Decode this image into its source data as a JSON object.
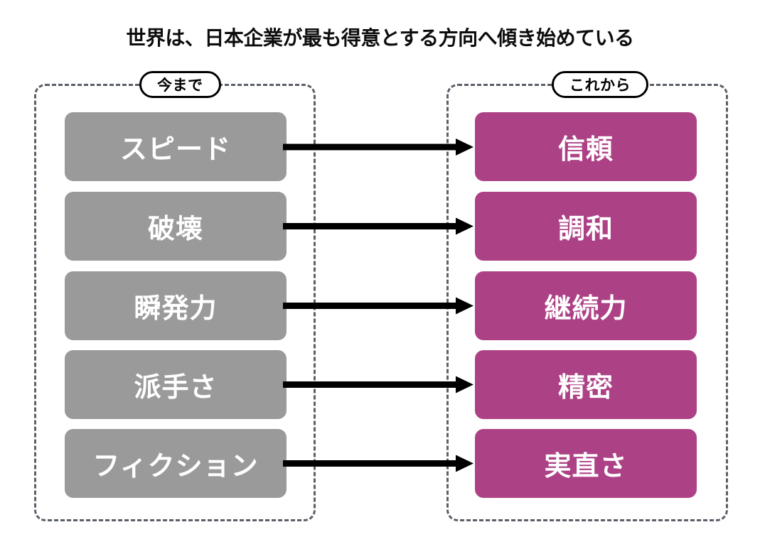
{
  "title": "世界は、日本企業が最も得意とする方向へ傾き始めている",
  "colors": {
    "past_box": "#9A9A9A",
    "future_box": "#AD4186",
    "frame_dash": "#5A5F68",
    "arrow": "#000000",
    "text_on_box": "#FFFFFF",
    "title_text": "#0D0D0D",
    "background": "#FFFFFF"
  },
  "groups": {
    "past": {
      "label": "今まで",
      "items": [
        {
          "label": "スピード"
        },
        {
          "label": "破壊"
        },
        {
          "label": "瞬発力"
        },
        {
          "label": "派手さ"
        },
        {
          "label": "フィクション"
        }
      ]
    },
    "future": {
      "label": "これから",
      "items": [
        {
          "label": "信頼"
        },
        {
          "label": "調和"
        },
        {
          "label": "継続力"
        },
        {
          "label": "精密"
        },
        {
          "label": "実直さ"
        }
      ]
    }
  },
  "arrows": [
    {
      "from": "スピード",
      "to": "信頼"
    },
    {
      "from": "破壊",
      "to": "調和"
    },
    {
      "from": "瞬発力",
      "to": "継続力"
    },
    {
      "from": "派手さ",
      "to": "精密"
    },
    {
      "from": "フィクション",
      "to": "実直さ"
    }
  ]
}
